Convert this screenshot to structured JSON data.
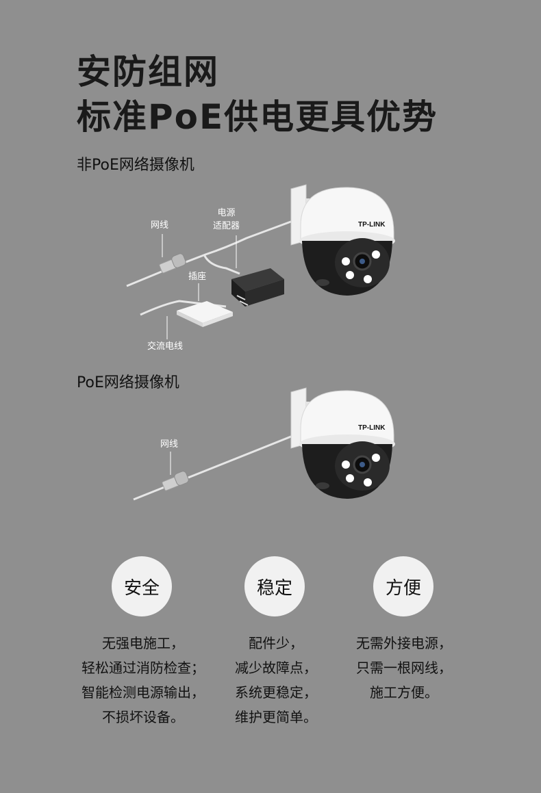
{
  "header": {
    "title_line1": "安防组网",
    "title_line2": "标准PoE供电更具优势"
  },
  "non_poe_section": {
    "label": "非PoE网络摄像机",
    "callouts": {
      "network_cable": "网线",
      "power_adapter_line1": "电源",
      "power_adapter_line2": "适配器",
      "socket": "插座",
      "ac_cable": "交流电线"
    },
    "camera_brand": "TP-LINK"
  },
  "poe_section": {
    "label": "PoE网络摄像机",
    "callouts": {
      "network_cable": "网线"
    },
    "camera_brand": "TP-LINK"
  },
  "benefits": [
    {
      "title": "安全",
      "lines": [
        "无强电施工，",
        "轻松通过消防检查；",
        "智能检测电源输出，",
        "不损坏设备。"
      ]
    },
    {
      "title": "稳定",
      "lines": [
        "配件少，",
        "减少故障点，",
        "系统更稳定，",
        "维护更简单。"
      ]
    },
    {
      "title": "方便",
      "lines": [
        "无需外接电源，",
        "只需一根网线，",
        "施工方便。"
      ]
    }
  ]
}
